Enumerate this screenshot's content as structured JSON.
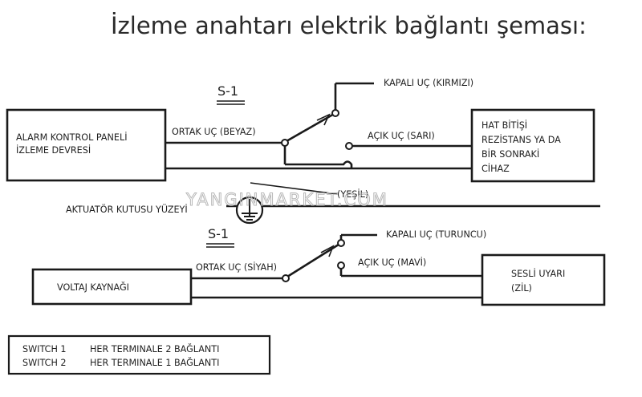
{
  "title": "İzleme anahtarı elektrik bağlantı şeması:",
  "switch1": {
    "label": "S-1",
    "left_box": [
      "ALARM KONTROL PANELİ",
      "İZLEME DEVRESİ"
    ],
    "right_box": [
      "HAT BİTİŞİ",
      "REZİSTANS YA DA",
      "BİR SONRAKİ",
      "CİHAZ"
    ],
    "common": "ORTAK UÇ (BEYAZ)",
    "closed": "KAPALI UÇ (KIRMIZI)",
    "open": "AÇIK UÇ (SARI)"
  },
  "surface_label": "AKTUATÖR KUTUSU YÜZEYİ",
  "ground_label": "(YEŞİL)",
  "watermark": "YANGINMARKET.COM",
  "switch2": {
    "label": "S-1",
    "left_box": "VOLTAJ KAYNAĞI",
    "right_box": [
      "SESLİ UYARI",
      "(ZİL)"
    ],
    "common": "ORTAK UÇ (SİYAH)",
    "closed": "KAPALI UÇ (TURUNCU)",
    "open": "AÇIK UÇ (MAVİ)"
  },
  "legend": [
    {
      "name": "SWITCH 1",
      "text": "HER TERMINALE 2 BAĞLANTI"
    },
    {
      "name": "SWITCH 2",
      "text": "HER TERMINALE 1 BAĞLANTI"
    }
  ]
}
